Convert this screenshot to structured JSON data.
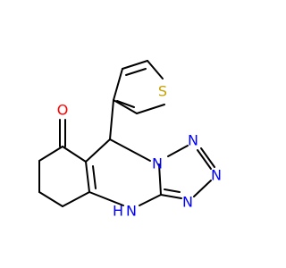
{
  "colors": {
    "bond": "#000000",
    "nitrogen": "#0000ff",
    "oxygen": "#ff0000",
    "sulfur": "#c8a000",
    "background": "#ffffff"
  },
  "atoms": {
    "o_label": "O",
    "s_label": "S",
    "n_top_label": "N",
    "n_right_upper_label": "N",
    "n_right_lower_label": "N",
    "nh_label": "N",
    "h_label": "H"
  }
}
